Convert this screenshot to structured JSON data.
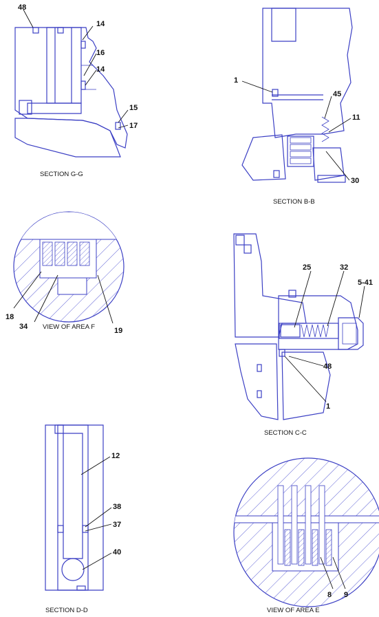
{
  "colors": {
    "linework": "#3b3fc4",
    "hatch": "#4a4fd0",
    "text": "#111111",
    "background": "#ffffff"
  },
  "sections": [
    {
      "id": "g-g",
      "caption": "SECTION G-G",
      "callouts": [
        "48",
        "14",
        "16",
        "14",
        "15",
        "17"
      ]
    },
    {
      "id": "b-b",
      "caption": "SECTION B-B",
      "callouts": [
        "1",
        "45",
        "11",
        "30"
      ]
    },
    {
      "id": "area-f",
      "caption": "VIEW OF AREA F",
      "callouts": [
        "18",
        "34",
        "19"
      ]
    },
    {
      "id": "c-c",
      "caption": "SECTION C-C",
      "callouts": [
        "25",
        "32",
        "5-41",
        "48",
        "1"
      ]
    },
    {
      "id": "d-d",
      "caption": "SECTION D-D",
      "callouts": [
        "12",
        "38",
        "37",
        "40"
      ]
    },
    {
      "id": "area-e",
      "caption": "VIEW OF AREA E",
      "callouts": [
        "8",
        "9"
      ]
    }
  ]
}
